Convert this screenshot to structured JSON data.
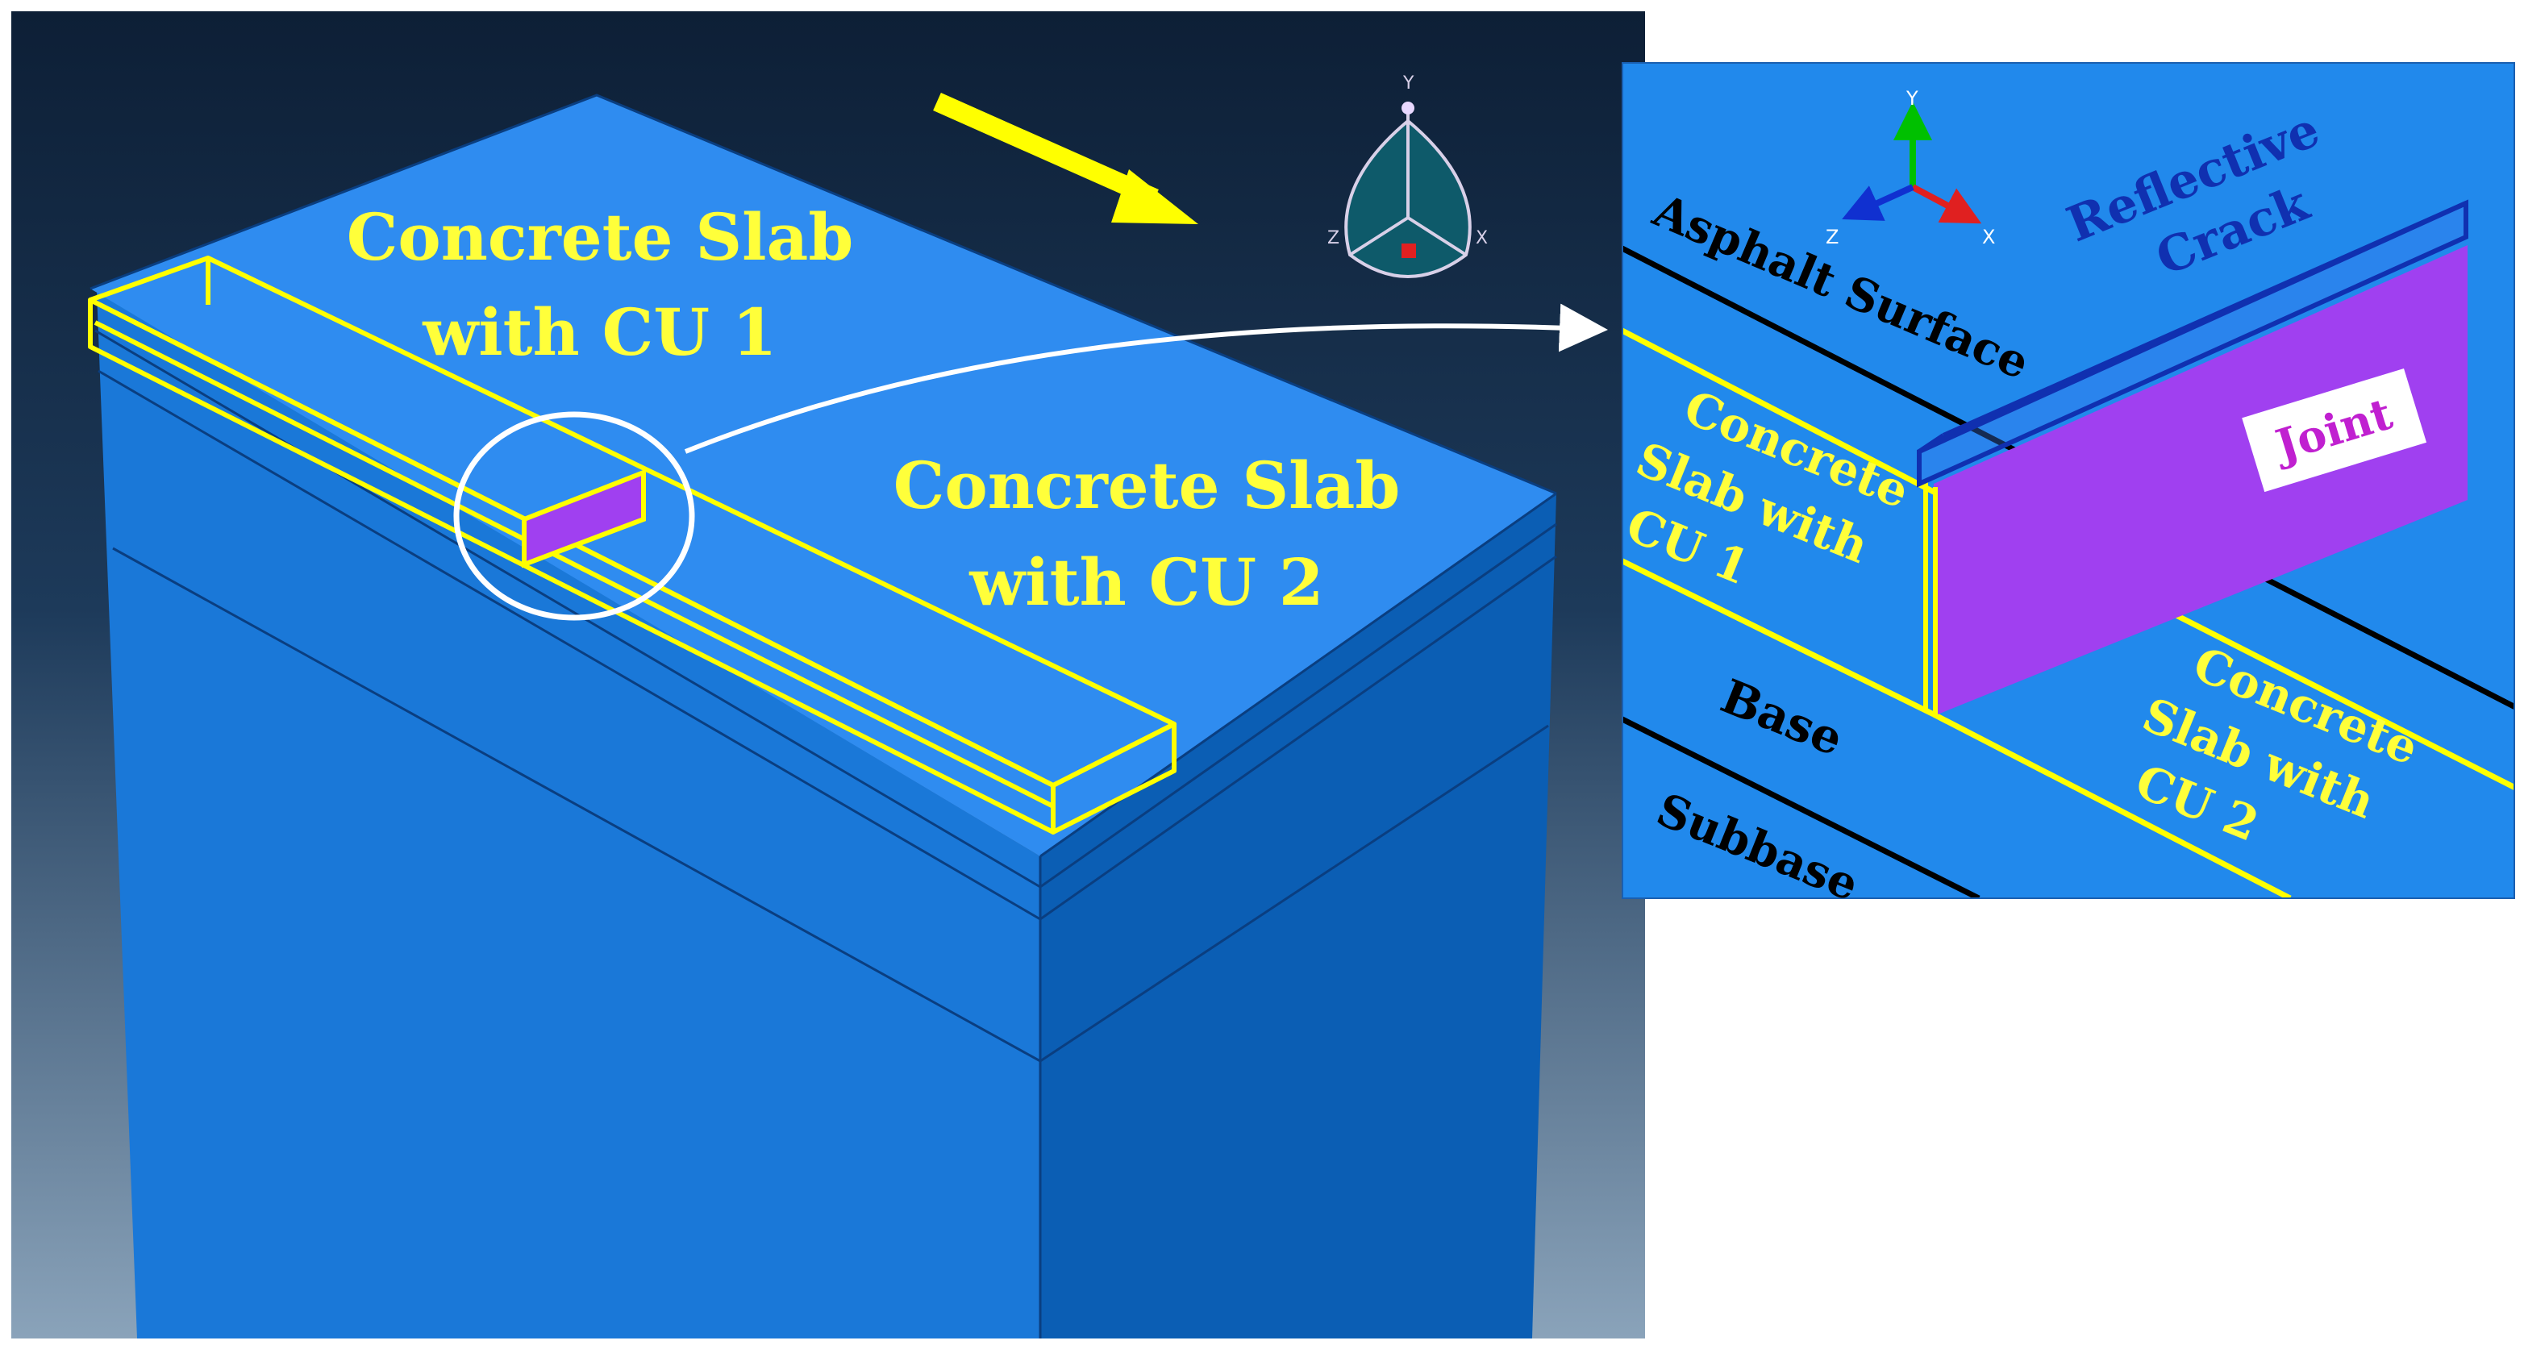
{
  "main_view": {
    "label_cu1": [
      "Concrete Slab",
      "with CU 1"
    ],
    "label_cu2": [
      "Concrete Slab",
      "with CU 2"
    ],
    "triad": {
      "y": "Y",
      "z": "Z",
      "x": "X"
    }
  },
  "detail_view": {
    "reflective_crack": [
      "Reflective",
      "Crack"
    ],
    "asphalt_surface": "Asphalt Surface",
    "joint": "Joint",
    "slab_cu1": [
      "Concrete",
      "Slab with",
      "CU 1"
    ],
    "slab_cu2": [
      "Concrete",
      "Slab with",
      "CU 2"
    ],
    "base": "Base",
    "subbase": "Subbase",
    "triad": {
      "y": "Y",
      "z": "Z",
      "x": "X"
    }
  },
  "colors": {
    "model_blue": "#1e7fdc",
    "highlight_yellow": "#ffff00",
    "joint_purple": "#a040f0",
    "crack_navy": "#1030b0",
    "annotation_white": "#ffffff"
  }
}
